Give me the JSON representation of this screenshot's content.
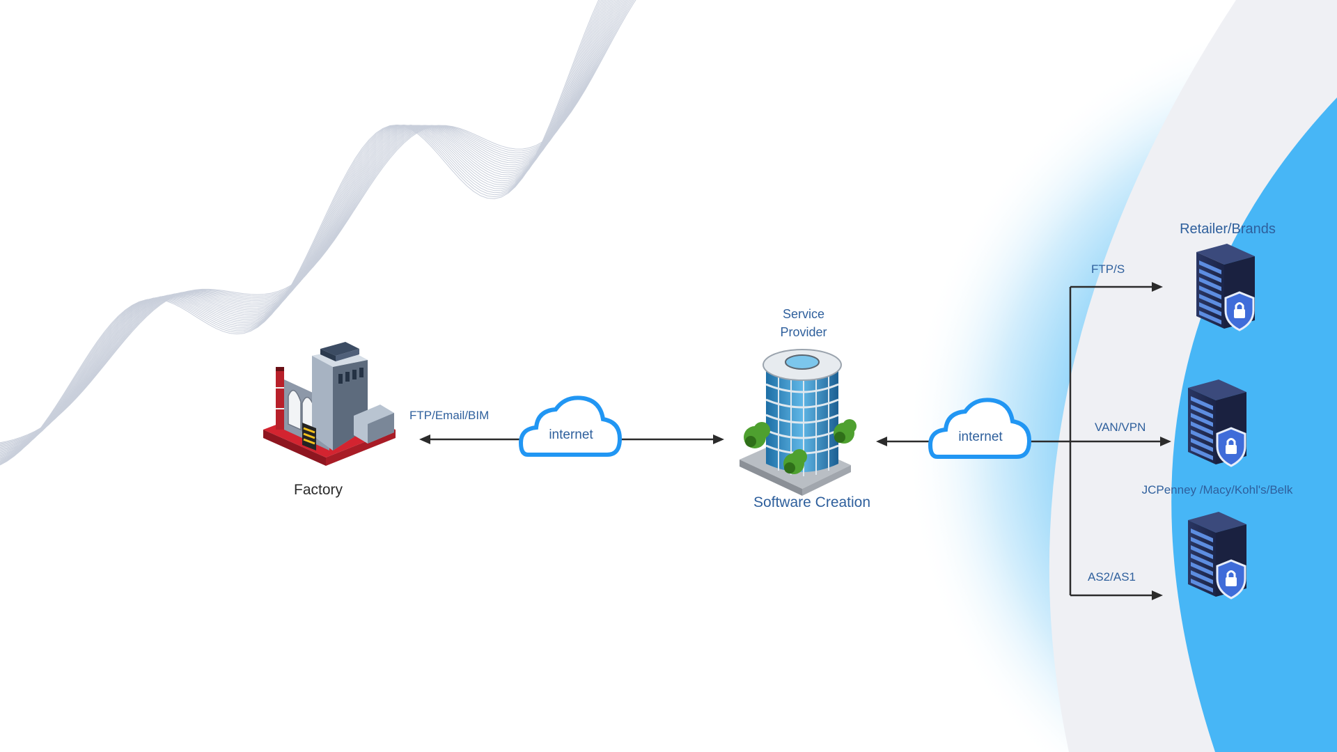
{
  "nodes": {
    "factory": {
      "label": "Factory"
    },
    "service_provider": {
      "title": "Service\nProvider",
      "caption": "Software Creation"
    },
    "retailers": {
      "title": "Retailer/Brands",
      "names": "JCPenney /Macy/Kohl's/Belk"
    }
  },
  "clouds": {
    "left": {
      "label": "internet"
    },
    "right": {
      "label": "internet"
    }
  },
  "protocols": {
    "factory_link": "FTP/Email/BIM",
    "top": "FTP/S",
    "middle": "VAN/VPN",
    "bottom": "AS2/AS1"
  },
  "colors": {
    "label_blue": "#2e5f9c",
    "accent_blue": "#42b4f6",
    "cloud_outline": "#2196f3",
    "arrow": "#2b2b2b",
    "server_dark": "#25305a",
    "shield_blue": "#3f6cd9"
  }
}
